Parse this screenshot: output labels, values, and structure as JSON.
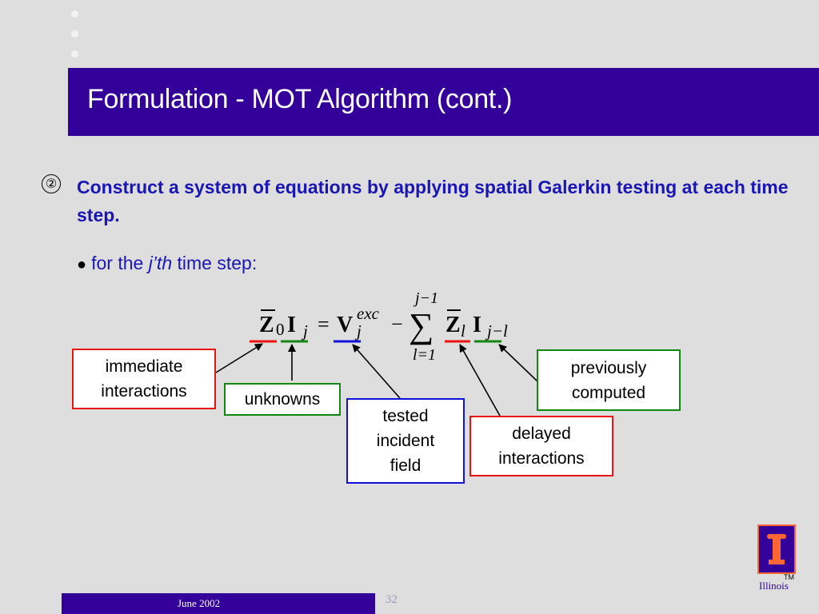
{
  "slide": {
    "title": "Formulation - MOT Algorithm (cont.)",
    "step_marker": "②",
    "step_text": "Construct a system of equations by applying spatial  Galerkin testing at each time step.",
    "sub_bullet": {
      "prefix": "for the ",
      "italic": "j’th",
      "suffix": " time step:"
    }
  },
  "equation": {
    "Z": "Z",
    "Z0_sub": "0",
    "I": "I",
    "sub_j": "j",
    "equals": "=",
    "V": "V",
    "V_sup": "exc",
    "minus": "−",
    "sum_symbol": "∑",
    "sum_upper": "j−1",
    "sum_lower": "l=1",
    "Zl_sub": "l",
    "Il_sub": "j−l"
  },
  "labels": {
    "immediate": [
      "immediate",
      "interactions"
    ],
    "unknowns": "unknowns",
    "tested": [
      "tested",
      "incident",
      "field"
    ],
    "delayed": [
      "delayed",
      "interactions"
    ],
    "previous": [
      "previously",
      "computed"
    ]
  },
  "footer": {
    "date": "June 2002",
    "page": "32",
    "logo_text": "Illinois",
    "tm": "TM"
  },
  "colors": {
    "title_bg": "#330099",
    "text_blue": "#1a16b4",
    "red": "#ee1111",
    "green": "#118811",
    "blue": "#1111dd"
  }
}
